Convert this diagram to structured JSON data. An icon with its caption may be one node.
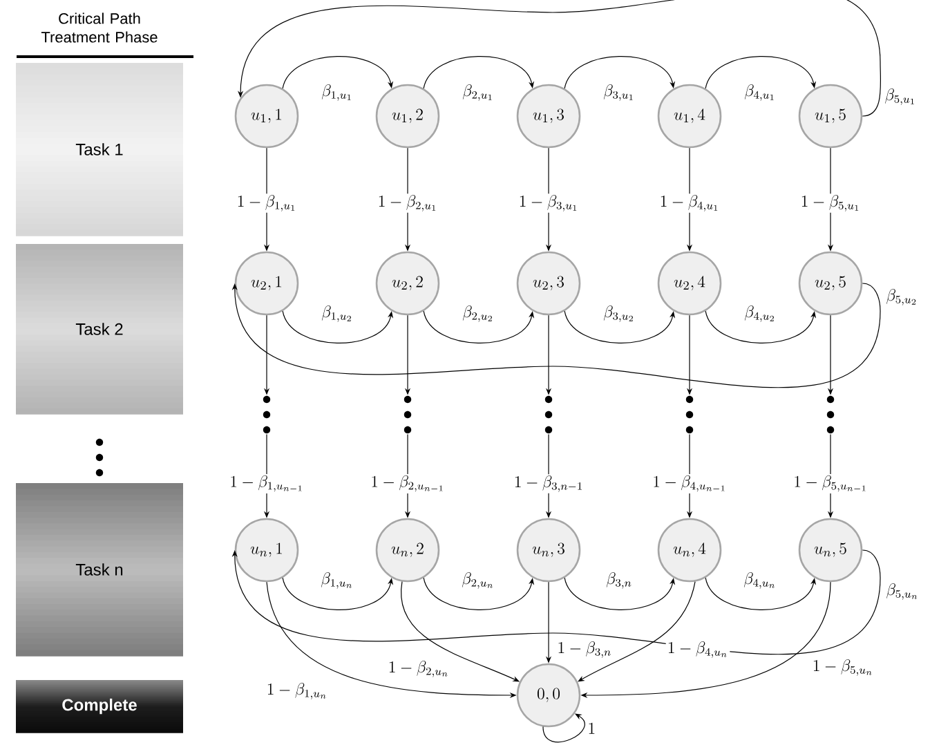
{
  "diagram": {
    "title": "Critical Path Treatment Phase",
    "nodes": [
      {
        "text": [
          "Task 1"
        ]
      },
      {
        "text": [
          "Task 2"
        ]
      },
      {
        "text": [],
        "shape": "dots"
      },
      {
        "text": [
          "Task n"
        ]
      },
      {
        "text": [
          "Complete"
        ]
      },
      {
        "text": [
          "u_1, 1"
        ]
      },
      {
        "text": [
          "u_1, 2"
        ]
      },
      {
        "text": [
          "u_1, 3"
        ]
      },
      {
        "text": [
          "u_1, 4"
        ]
      },
      {
        "text": [
          "u_1, 5"
        ]
      },
      {
        "text": [
          "u_2, 1"
        ]
      },
      {
        "text": [
          "u_2, 2"
        ]
      },
      {
        "text": [
          "u_2, 3"
        ]
      },
      {
        "text": [
          "u_2, 4"
        ]
      },
      {
        "text": [
          "u_2, 5"
        ]
      },
      {
        "text": [],
        "shape": "dots"
      },
      {
        "text": [],
        "shape": "dots"
      },
      {
        "text": [],
        "shape": "dots"
      },
      {
        "text": [],
        "shape": "dots"
      },
      {
        "text": [],
        "shape": "dots"
      },
      {
        "text": [
          "u_n, 1"
        ]
      },
      {
        "text": [
          "u_n, 2"
        ]
      },
      {
        "text": [
          "u_n, 3"
        ]
      },
      {
        "text": [
          "u_n, 4"
        ]
      },
      {
        "text": [
          "u_n, 5"
        ]
      },
      {
        "text": [
          "0,0"
        ]
      }
    ],
    "edges": [
      {
        "from": 5,
        "to": 6,
        "arrow": "to",
        "label": "\\beta_{1,u_1}"
      },
      {
        "from": 6,
        "to": 7,
        "arrow": "to",
        "label": "\\beta_{2,u_1}"
      },
      {
        "from": 7,
        "to": 8,
        "arrow": "to",
        "label": "\\beta_{3,u_1}"
      },
      {
        "from": 8,
        "to": 9,
        "arrow": "to",
        "label": "\\beta_{4,u_1}"
      },
      {
        "from": 9,
        "to": 5,
        "arrow": "to",
        "label": "\\beta_{5,u_1}"
      },
      {
        "from": 5,
        "to": 10,
        "arrow": "to",
        "label": "1-\\beta_{1,u_1}"
      },
      {
        "from": 6,
        "to": 11,
        "arrow": "to",
        "label": "1-\\beta_{2,u_1}"
      },
      {
        "from": 7,
        "to": 12,
        "arrow": "to",
        "label": "1-\\beta_{3,u_1}"
      },
      {
        "from": 8,
        "to": 13,
        "arrow": "to",
        "label": "1-\\beta_{4,u_1}"
      },
      {
        "from": 9,
        "to": 14,
        "arrow": "to",
        "label": "1-\\beta_{5,u_1}"
      },
      {
        "from": 10,
        "to": 11,
        "arrow": "to",
        "label": "\\beta_{1,u_2}"
      },
      {
        "from": 11,
        "to": 12,
        "arrow": "to",
        "label": "\\beta_{2,u_2}"
      },
      {
        "from": 12,
        "to": 13,
        "arrow": "to",
        "label": "\\beta_{3,u_2}"
      },
      {
        "from": 13,
        "to": 14,
        "arrow": "to",
        "label": "\\beta_{4,u_2}"
      },
      {
        "from": 14,
        "to": 10,
        "arrow": "to",
        "label": "\\beta_{5,u_2}"
      },
      {
        "from": 10,
        "to": 15,
        "arrow": "to"
      },
      {
        "from": 11,
        "to": 16,
        "arrow": "to"
      },
      {
        "from": 12,
        "to": 17,
        "arrow": "to"
      },
      {
        "from": 13,
        "to": 18,
        "arrow": "to"
      },
      {
        "from": 14,
        "to": 19,
        "arrow": "to"
      },
      {
        "from": 15,
        "to": 20,
        "arrow": "to",
        "label": "1-\\beta_{1,u_{n-1}}"
      },
      {
        "from": 16,
        "to": 21,
        "arrow": "to",
        "label": "1-\\beta_{2,u_{n-1}}"
      },
      {
        "from": 17,
        "to": 22,
        "arrow": "to",
        "label": "1-\\beta_{3,n-1}"
      },
      {
        "from": 18,
        "to": 23,
        "arrow": "to",
        "label": "1-\\beta_{4,u_{n-1}}"
      },
      {
        "from": 19,
        "to": 24,
        "arrow": "to",
        "label": "1-\\beta_{5,u_{n-1}}"
      },
      {
        "from": 20,
        "to": 21,
        "arrow": "to",
        "label": "\\beta_{1,u_n}"
      },
      {
        "from": 21,
        "to": 22,
        "arrow": "to",
        "label": "\\beta_{2,u_n}"
      },
      {
        "from": 22,
        "to": 23,
        "arrow": "to",
        "label": "\\beta_{3,n}"
      },
      {
        "from": 23,
        "to": 24,
        "arrow": "to",
        "label": "\\beta_{4,u_n}"
      },
      {
        "from": 24,
        "to": 20,
        "arrow": "to",
        "label": "\\beta_{5,u_n}"
      },
      {
        "from": 20,
        "to": 25,
        "arrow": "to",
        "label": "1-\\beta_{1,u_n}"
      },
      {
        "from": 21,
        "to": 25,
        "arrow": "to",
        "label": "1-\\beta_{2,u_n}"
      },
      {
        "from": 22,
        "to": 25,
        "arrow": "to",
        "label": "1-\\beta_{3,n}"
      },
      {
        "from": 23,
        "to": 25,
        "arrow": "to",
        "label": "1-\\beta_{4,u_n}"
      },
      {
        "from": 24,
        "to": 25,
        "arrow": "to",
        "label": "1-\\beta_{5,u_n}"
      },
      {
        "from": 25,
        "to": 25,
        "arrow": "to",
        "label": "1"
      }
    ]
  }
}
